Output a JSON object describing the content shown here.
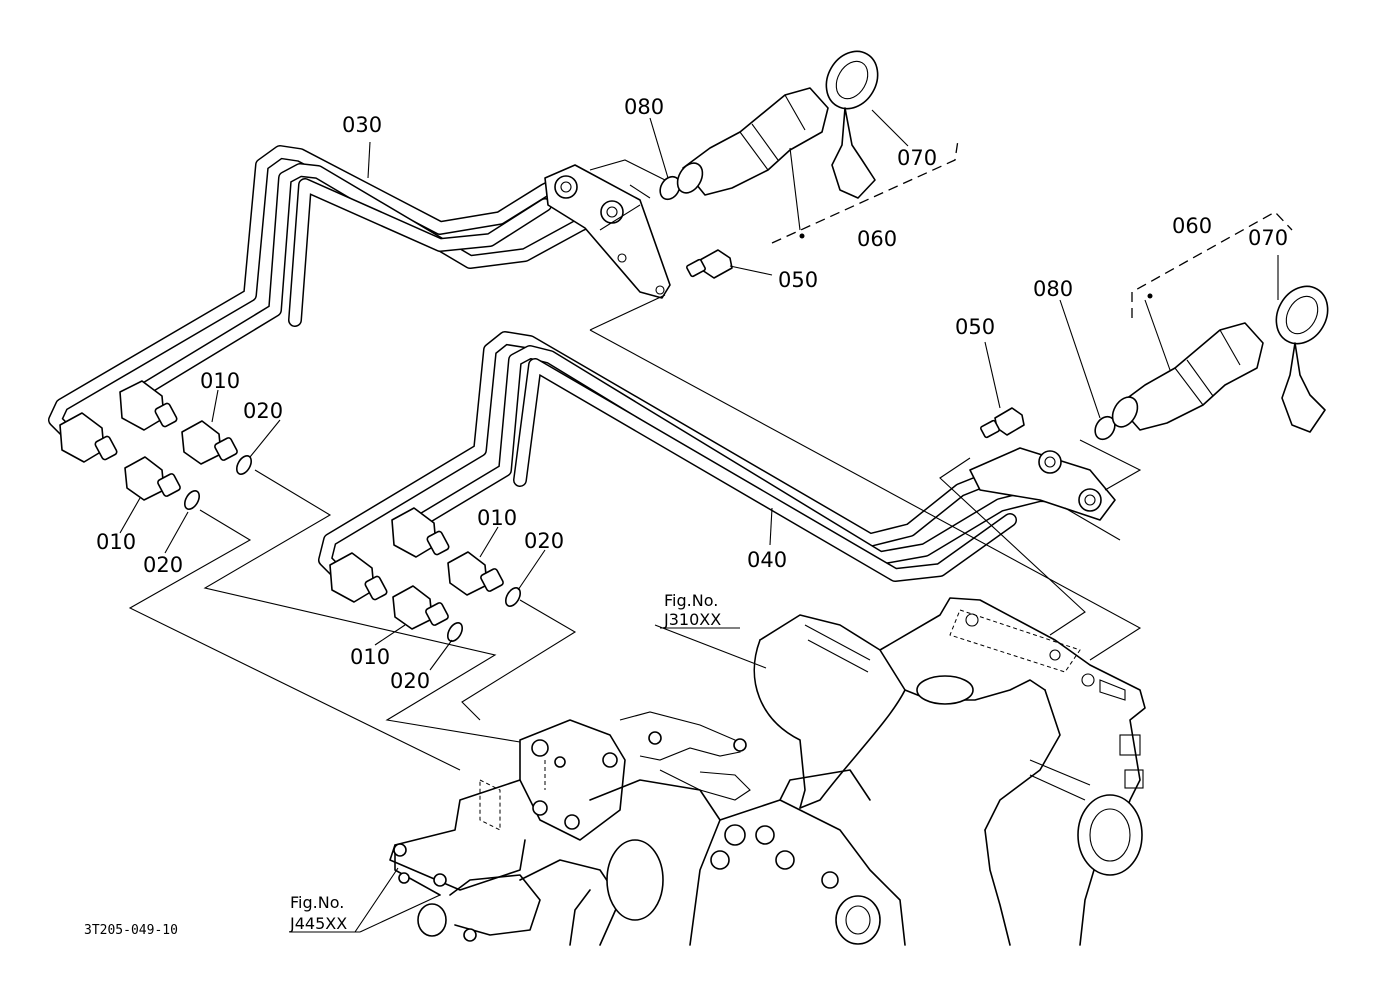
{
  "labels": {
    "p010a": "010",
    "p010b": "010",
    "p010c": "010",
    "p010d": "010",
    "p020a": "020",
    "p020b": "020",
    "p020c": "020",
    "p020d": "020",
    "p030": "030",
    "p040": "040",
    "p050a": "050",
    "p050b": "050",
    "p060a": "060",
    "p060b": "060",
    "p070a": "070",
    "p070b": "070",
    "p080a": "080",
    "p080b": "080"
  },
  "refs": {
    "fig_label_1": "Fig.No.",
    "fig_code_1": "J310XX",
    "fig_label_2": "Fig.No.",
    "fig_code_2": "J445XX"
  },
  "diagram_code": "3T205-049-10"
}
